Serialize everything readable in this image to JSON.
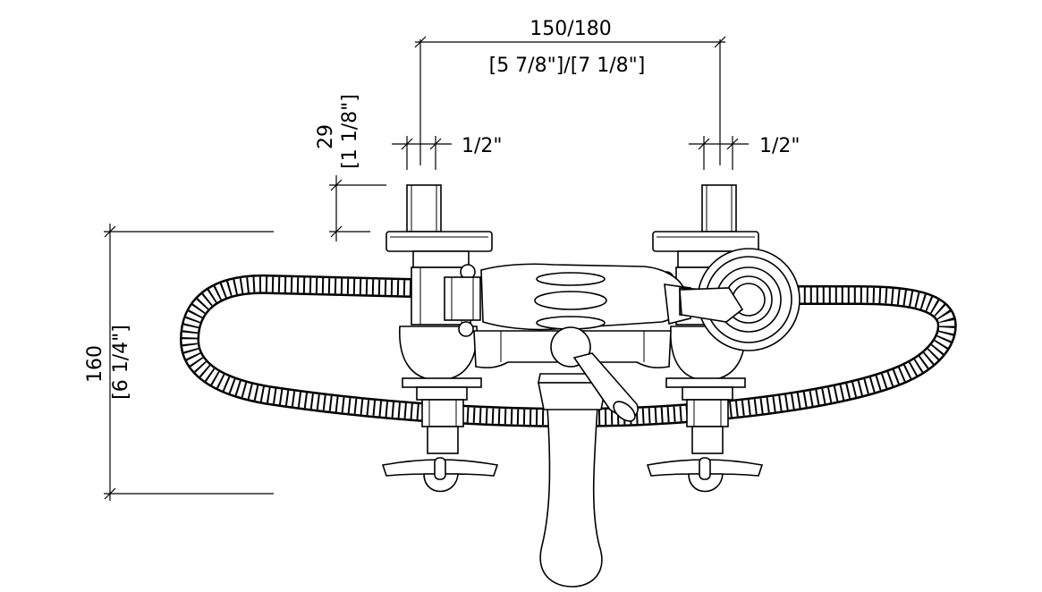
{
  "dimensions": {
    "centers_mm": "150/180",
    "centers_in": "[5 7/8\"]/[7 1/8\"]",
    "inlet_left": "1/2\"",
    "inlet_right": "1/2\"",
    "riser_mm": "29",
    "riser_in": "[1 1/8\"]",
    "height_mm": "160",
    "height_in": "[6 1/4\"]"
  },
  "colors": {
    "line": "#000000",
    "background": "#ffffff"
  }
}
